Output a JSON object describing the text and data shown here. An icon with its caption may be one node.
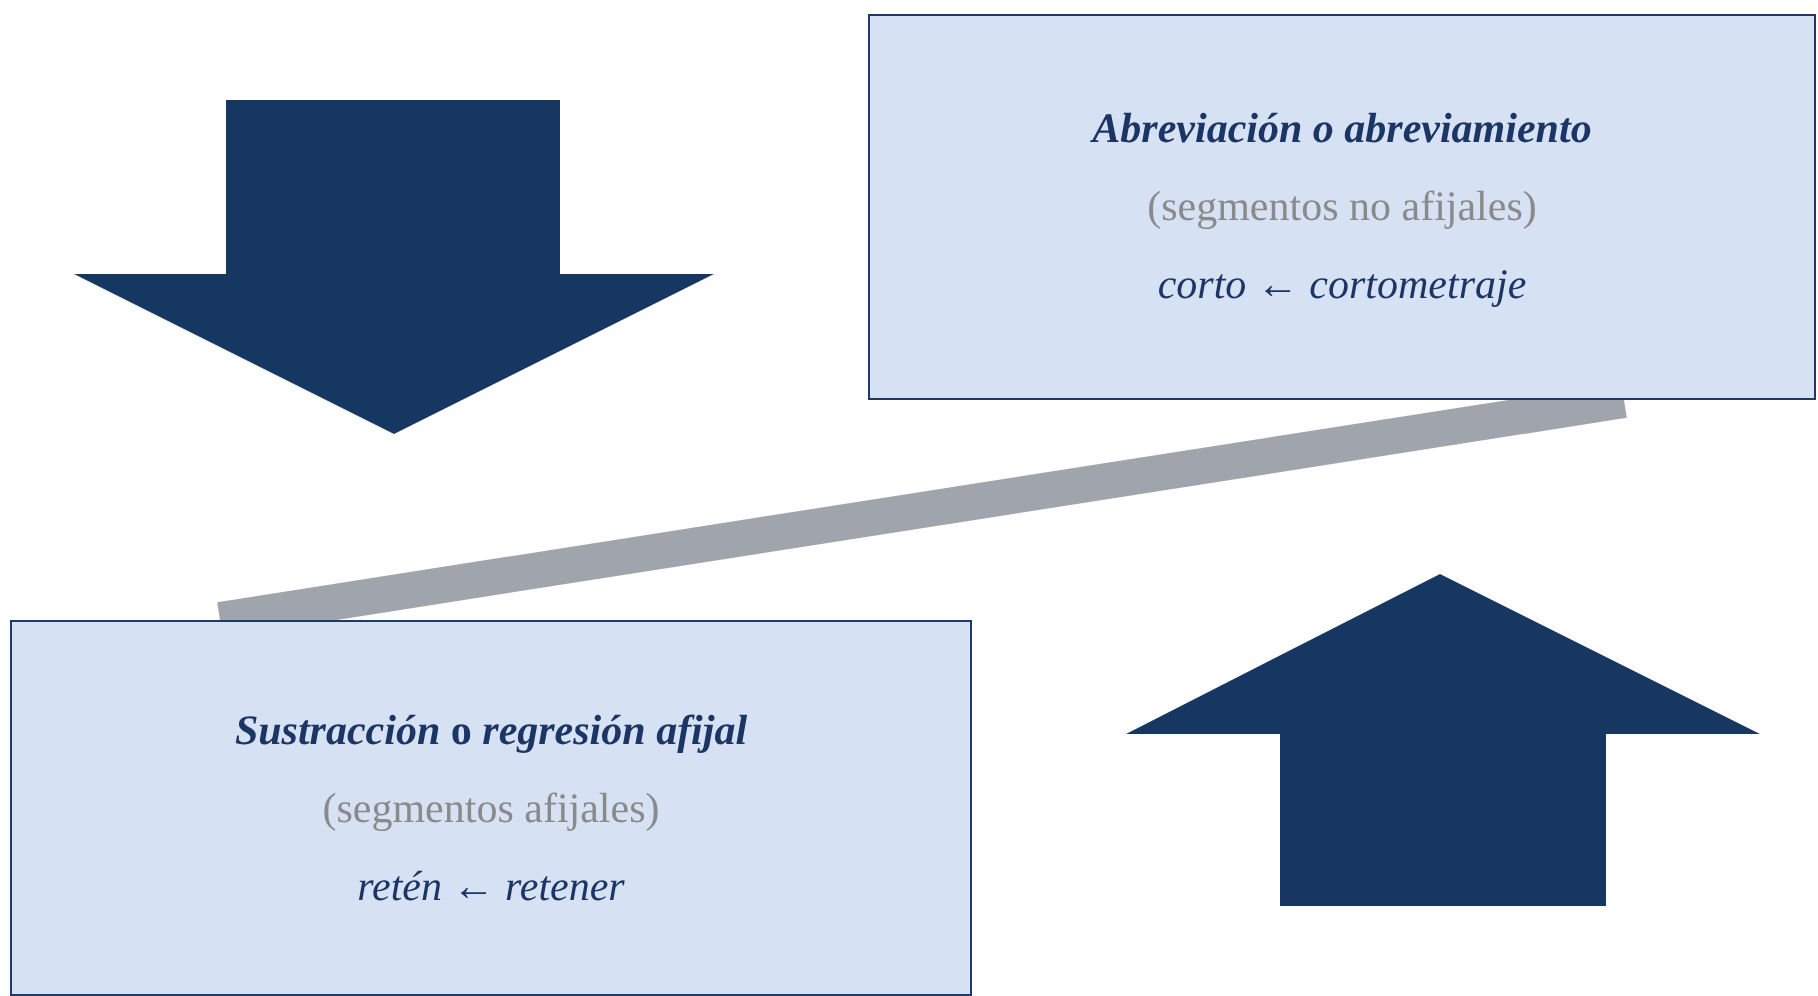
{
  "diagram": {
    "nodes": [
      {
        "text": [
          "Abreviación o abreviamiento",
          "(segmentos no afijales)",
          "corto ← cortometraje"
        ]
      },
      {
        "text": [
          "*Sustracción* o *regresión afijal*",
          "(segmentos afijales)",
          "retén ← retener"
        ]
      }
    ],
    "edges": [
      {
        "from": 1,
        "to": 0,
        "arrow": "none"
      }
    ]
  }
}
